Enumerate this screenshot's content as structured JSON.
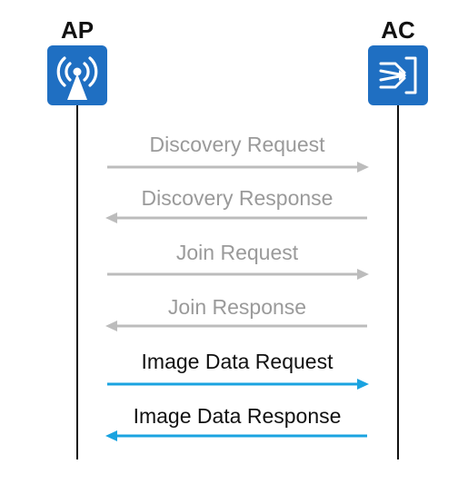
{
  "actors": {
    "ap": {
      "label": "AP",
      "icon": "wireless-access-point-icon"
    },
    "ac": {
      "label": "AC",
      "icon": "access-controller-icon"
    }
  },
  "colors": {
    "icon_tile": "#1f6fc2",
    "lifeline": "#111111",
    "muted_message": "#bcbcbc",
    "muted_text": "#9a9a9a",
    "active_message": "#1aa3e0",
    "active_text": "#111111"
  },
  "messages": [
    {
      "label": "Discovery Request",
      "direction": "ap-to-ac",
      "state": "muted"
    },
    {
      "label": "Discovery Response",
      "direction": "ac-to-ap",
      "state": "muted"
    },
    {
      "label": "Join Request",
      "direction": "ap-to-ac",
      "state": "muted"
    },
    {
      "label": "Join Response",
      "direction": "ac-to-ap",
      "state": "muted"
    },
    {
      "label": "Image Data Request",
      "direction": "ap-to-ac",
      "state": "active"
    },
    {
      "label": "Image Data Response",
      "direction": "ac-to-ap",
      "state": "active"
    }
  ]
}
